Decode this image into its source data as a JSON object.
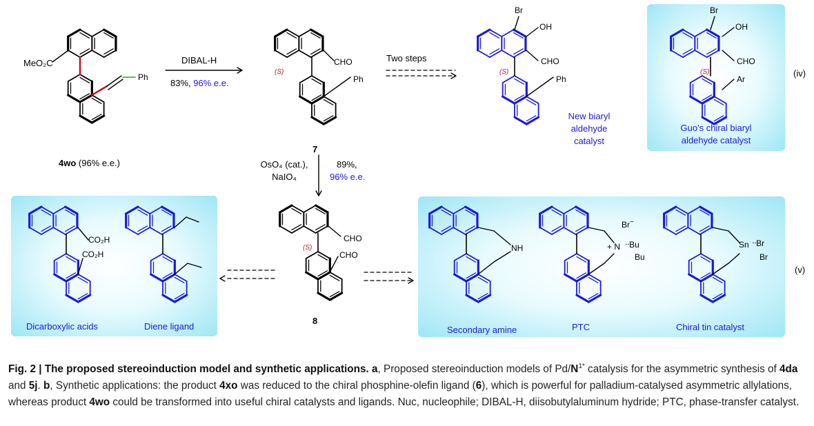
{
  "scheme": {
    "sm": {
      "ester": "MeO₂C",
      "ph": "Ph",
      "id": "4wo",
      "ee": "(96% e.e.)"
    },
    "arrow1": {
      "reagent": "DIBAL-H",
      "yield": "83%,",
      "ee": "96% e.e."
    },
    "c7": {
      "cho": "CHO",
      "ph": "Ph",
      "stereo": "(S)",
      "id": "7"
    },
    "arrow2": {
      "label": "Two steps"
    },
    "newcat": {
      "br": "Br",
      "oh": "OH",
      "cho": "CHO",
      "ph": "Ph",
      "stereo": "(S)",
      "name_lines": [
        "New biaryl",
        "aldehyde",
        "catalyst"
      ]
    },
    "guo": {
      "br": "Br",
      "oh": "OH",
      "cho": "CHO",
      "ar": "Ar",
      "stereo": "(S)",
      "name_lines": [
        "Guo's chiral biaryl",
        "aldehyde catalyst"
      ],
      "tag": "(iv)"
    },
    "arrow3": {
      "reagent_lines": [
        "OsO₄ (cat.),",
        "NaIO₄"
      ],
      "yield": "89%,",
      "ee": "96% e.e."
    },
    "c8": {
      "cho1": "CHO",
      "cho2": "CHO",
      "stereo": "(S)",
      "id": "8"
    },
    "leftbox": {
      "co2h1": "CO₂H",
      "co2h2": "CO₂H",
      "name1": "Dicarboxylic acids",
      "name2": "Diene ligand"
    },
    "rightbox": {
      "nh": "NH",
      "brminus": "Br",
      "minus": "−",
      "nplus": "+ N",
      "bu1": "ᐧᐧBu",
      "bu2": "Bu",
      "sn": "Sn",
      "snbr1": "ᐧᐧBr",
      "snbr2": "Br",
      "name1": "Secondary amine",
      "name2": "PTC",
      "name3": "Chiral tin catalyst",
      "tag": "(v)"
    }
  },
  "caption": {
    "fig": "Fig. 2 | The proposed stereoinduction model and synthetic applications.",
    "a_letter": "a",
    "a_text_1": ", Proposed stereoinduction models of Pd/",
    "a_n": "N",
    "a_sup": "1*",
    "a_text_2": " catalysis for the asymmetric synthesis of ",
    "c4da": "4da",
    "and": " and ",
    "c5j": "5j",
    "dot": ". ",
    "b_letter": "b",
    "b_text_1": ", Synthetic applications: the product ",
    "c4xo": "4xo",
    "b_text_2": " was reduced to the chiral phosphine-olefin ligand (",
    "c6": "6",
    "b_text_3": "), which is powerful for palladium-catalysed asymmetric allylations, whereas product ",
    "c4wo": "4wo",
    "b_text_4": " could be transformed into useful chiral catalysts and ligands. Nuc, nucleophile; DIBAL-H, diisobutylaluminum hydride; PTC, phase-transfer catalyst."
  }
}
